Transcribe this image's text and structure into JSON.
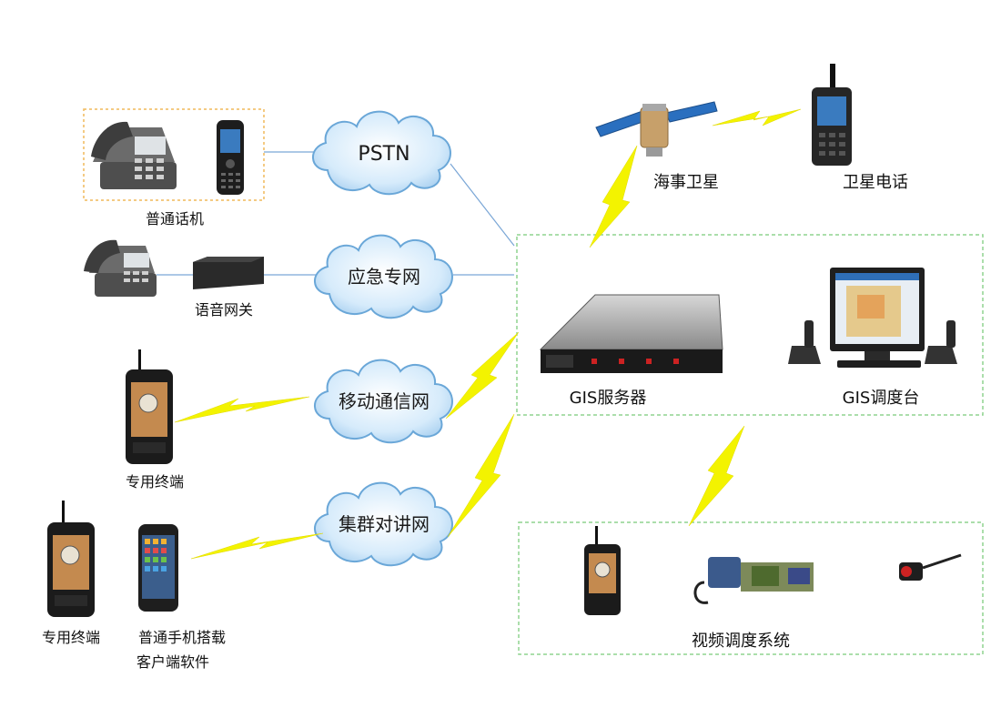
{
  "clouds": {
    "pstn": "PSTN",
    "emergency": "应急专网",
    "mobile": "移动通信网",
    "trunk": "集群对讲网"
  },
  "labels": {
    "landline": "普通话机",
    "voice_gateway": "语音网关",
    "terminal_top": "专用终端",
    "terminal_bottom": "专用终端",
    "phone_client_line1": "普通手机搭载",
    "phone_client_line2": "客户端软件",
    "maritime_satellite": "海事卫星",
    "satellite_phone": "卫星电话",
    "gis_server": "GIS服务器",
    "gis_console": "GIS调度台",
    "video_system": "视频调度系统"
  },
  "colors": {
    "cloud_fill": "#cfe6fa",
    "cloud_stroke": "#6aa7d8",
    "lightning": "#f3f300",
    "link_line": "#5b8fc8",
    "dashed_box": "#8fd48f",
    "orange_box": "#f0b85a"
  }
}
